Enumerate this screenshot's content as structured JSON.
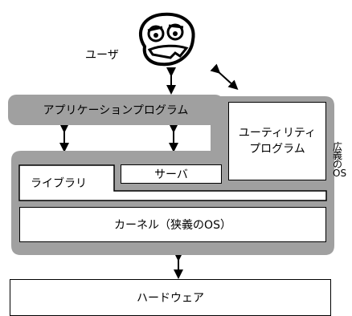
{
  "user": {
    "label": "ユーザ"
  },
  "layers": {
    "application": "アプリケーションプログラム",
    "utility": "ユーティリティ\nプログラム",
    "library": "ライブラリ",
    "server": "サーバ",
    "kernel": "カーネル（狭義のOS）",
    "hardware": "ハードウェア"
  },
  "side_label": "広義のOS",
  "colors": {
    "shell_gray": "#a0a0a0",
    "box_border": "#000000",
    "background": "#ffffff"
  }
}
